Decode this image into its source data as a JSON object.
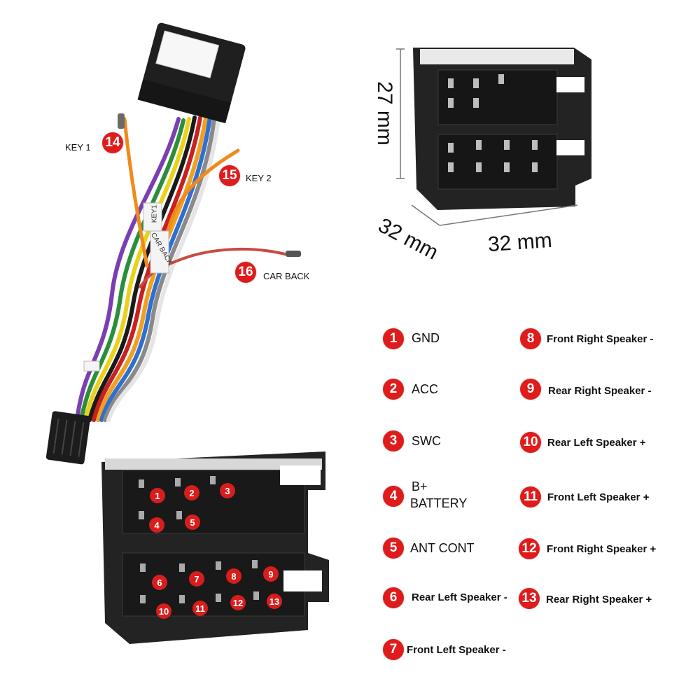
{
  "harness": {
    "key1": {
      "num": "14",
      "label": "KEY 1"
    },
    "key2": {
      "num": "15",
      "label": "KEY 2"
    },
    "car_back": {
      "num": "16",
      "label": "CAR BACK"
    },
    "sleeve_text_1": "KEY1",
    "sleeve_text_2": "CAR BACK"
  },
  "dimensions": {
    "height": "27 mm",
    "depth": "32 mm",
    "width": "32 mm"
  },
  "pins": [
    {
      "num": "1",
      "label": "GND"
    },
    {
      "num": "2",
      "label": "ACC"
    },
    {
      "num": "3",
      "label": "SWC"
    },
    {
      "num": "4",
      "label_line1": "B+",
      "label_line2": "BATTERY"
    },
    {
      "num": "5",
      "label": "ANT CONT"
    },
    {
      "num": "6",
      "label": "Rear Left Speaker -"
    },
    {
      "num": "7",
      "label": "Front Left Speaker -"
    },
    {
      "num": "8",
      "label": "Front Right Speaker -"
    },
    {
      "num": "9",
      "label": "Rear Right Speaker -"
    },
    {
      "num": "10",
      "label": "Rear Left Speaker +"
    },
    {
      "num": "11",
      "label": "Front Left Speaker +"
    },
    {
      "num": "12",
      "label": "Front Right Speaker +"
    },
    {
      "num": "13",
      "label": "Rear Right Speaker +"
    }
  ],
  "connector_pins": [
    "1",
    "2",
    "3",
    "4",
    "5",
    "6",
    "7",
    "8",
    "9",
    "10",
    "11",
    "12",
    "13"
  ],
  "colors": {
    "badge": "#e01b1b",
    "connector": "#2a2a2a",
    "background": "#ffffff"
  }
}
